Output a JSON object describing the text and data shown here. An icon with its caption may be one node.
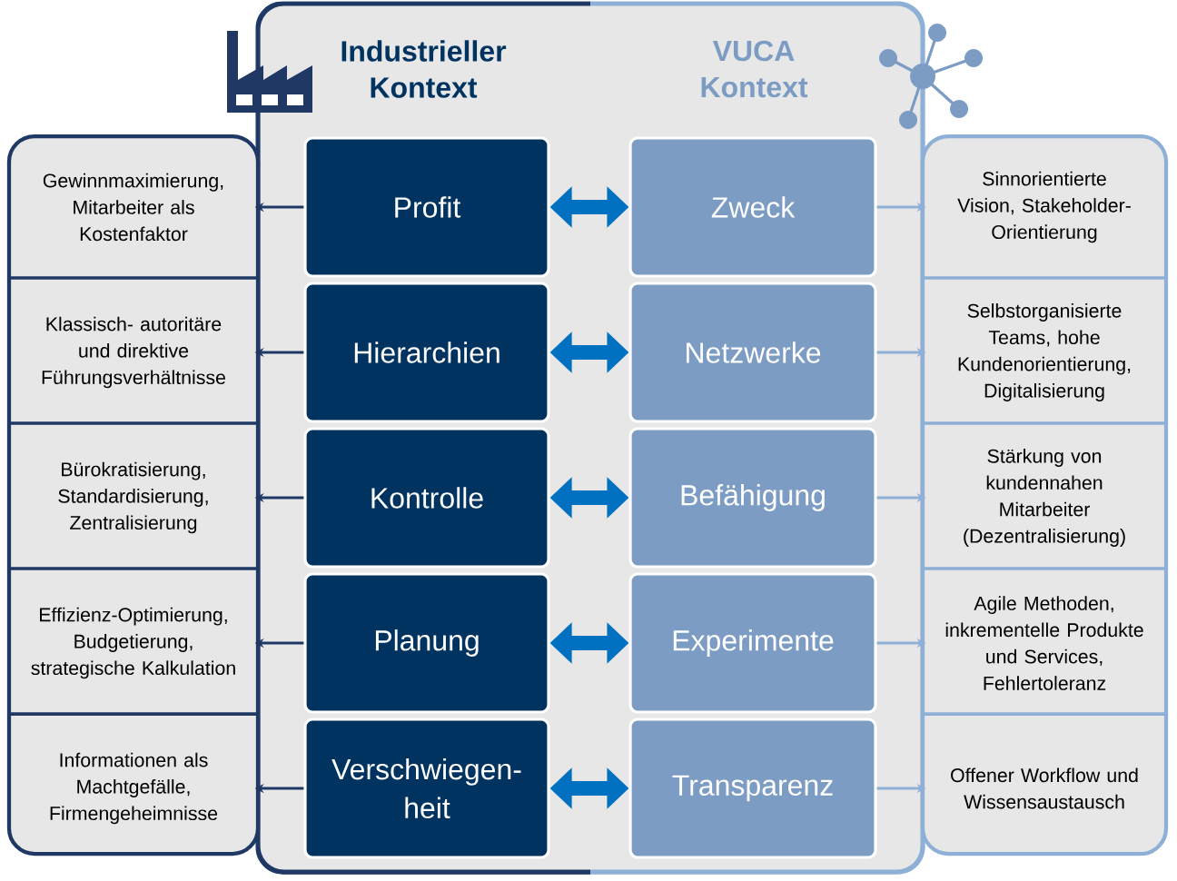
{
  "diagram": {
    "nodes": [
      {
        "text": [
          "Industrieller Kontext",
          "VUCA Kontext"
        ]
      },
      {
        "text": [],
        "shape": "box"
      },
      {
        "text": [],
        "shape": "box"
      },
      {
        "text": [
          "Profit"
        ],
        "in": 0
      },
      {
        "text": [
          "Hierarchien"
        ],
        "in": 0
      },
      {
        "text": [
          "Kontrolle"
        ],
        "in": 0
      },
      {
        "text": [
          "Planung"
        ],
        "in": 0
      },
      {
        "text": [
          "Verschwiegen-heit"
        ],
        "in": 0
      },
      {
        "text": [
          "Zweck"
        ],
        "in": 0
      },
      {
        "text": [
          "Netzwerke"
        ],
        "in": 0
      },
      {
        "text": [
          "Befähigung"
        ],
        "in": 0
      },
      {
        "text": [
          "Experimente"
        ],
        "in": 0
      },
      {
        "text": [
          "Transparenz"
        ],
        "in": 0
      },
      {
        "text": [
          "Gewinnmaximierung, Mitarbeiter als Kostenfaktor"
        ],
        "in": 1
      },
      {
        "text": [
          "Klassisch- autoritäre und direktive Führungsverhältnisse"
        ],
        "in": 1
      },
      {
        "text": [
          "Bürokratisierung, Standardisierung, Zentralisierung"
        ],
        "in": 1
      },
      {
        "text": [
          "Effizienz-Optimierung, Budgetierung, strategische Kalkulation"
        ],
        "in": 1
      },
      {
        "text": [
          "Informationen als Machtgefälle, Firmengeheimnisse"
        ],
        "in": 1
      },
      {
        "text": [
          "Sinnorientierte Vision, Stakeholder-Orientierung"
        ],
        "in": 2
      },
      {
        "text": [
          "Selbstorganisierte Teams, hohe Kundenorientierung, Digitalisierung"
        ],
        "in": 2
      },
      {
        "text": [
          "Stärkung von kundennahen Mitarbeiter (Dezentralisierung)"
        ],
        "in": 2
      },
      {
        "text": [
          "Agile Methoden, inkrementelle Produkte und Services, Fehlertoleranz"
        ],
        "in": 2
      },
      {
        "text": [
          "Offener Workflow und Wissensaustausch"
        ],
        "in": 2
      }
    ],
    "edges": [
      {
        "from": 3,
        "to": 8,
        "arrow": "both",
        "style": "thick",
        "color": "#0070c0"
      },
      {
        "from": 4,
        "to": 9,
        "arrow": "both",
        "style": "thick",
        "color": "#0070c0"
      },
      {
        "from": 5,
        "to": 10,
        "arrow": "both",
        "style": "thick",
        "color": "#0070c0"
      },
      {
        "from": 6,
        "to": 11,
        "arrow": "both",
        "style": "thick",
        "color": "#0070c0"
      },
      {
        "from": 7,
        "to": 12,
        "arrow": "both",
        "style": "thick",
        "color": "#0070c0"
      },
      {
        "from": 3,
        "to": 13,
        "arrow": "to",
        "color": "#1f3864"
      },
      {
        "from": 4,
        "to": 14,
        "arrow": "to",
        "color": "#1f3864"
      },
      {
        "from": 5,
        "to": 15,
        "arrow": "to",
        "color": "#1f3864"
      },
      {
        "from": 6,
        "to": 16,
        "arrow": "to",
        "color": "#1f3864"
      },
      {
        "from": 7,
        "to": 17,
        "arrow": "to",
        "color": "#1f3864"
      },
      {
        "from": 8,
        "to": 18,
        "arrow": "to",
        "color": "#8eb0d6"
      },
      {
        "from": 9,
        "to": 19,
        "arrow": "to",
        "color": "#8eb0d6"
      },
      {
        "from": 10,
        "to": 20,
        "arrow": "to",
        "color": "#8eb0d6"
      },
      {
        "from": 11,
        "to": 21,
        "arrow": "to",
        "color": "#8eb0d6"
      },
      {
        "from": 12,
        "to": 22,
        "arrow": "to",
        "color": "#8eb0d6"
      }
    ]
  }
}
